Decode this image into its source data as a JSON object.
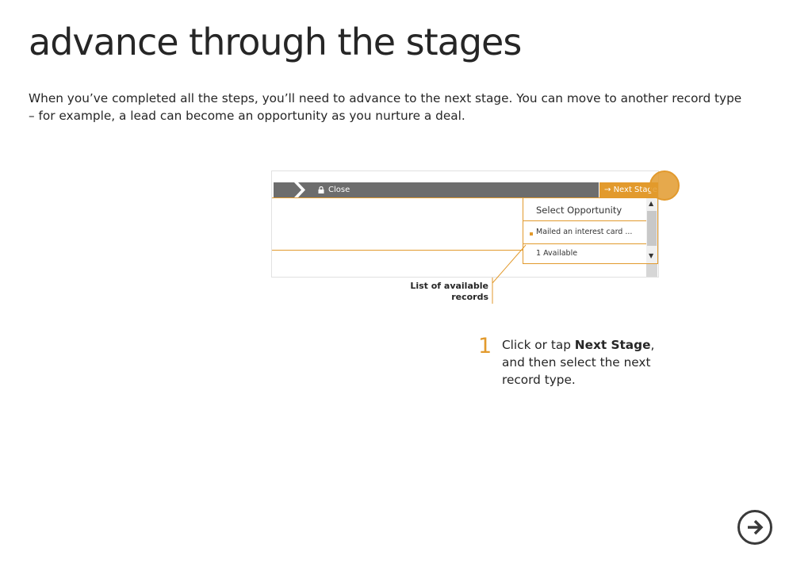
{
  "page": {
    "title": "advance through the stages",
    "intro": "When you’ve completed all the steps, you’ll need to advance to the next stage. You can move to another record type – for example, a lead can become an opportunity as you nurture a deal."
  },
  "screenshot": {
    "stage_label": "Close",
    "next_stage_label": "Next Stage",
    "dropdown": {
      "title": "Select Opportunity",
      "item": "Mailed an interest card ...",
      "count": "1 Available"
    },
    "colors": {
      "accent": "#e29a2d",
      "bar": "#6d6d6d"
    }
  },
  "callout": {
    "line1": "List of available",
    "line2": "records"
  },
  "step": {
    "number": "1",
    "prefix": "Click or tap ",
    "bold": "Next Stage",
    "suffix": ", and then select the next record type."
  },
  "nav": {
    "next_icon": "arrow-right-circle-icon"
  }
}
